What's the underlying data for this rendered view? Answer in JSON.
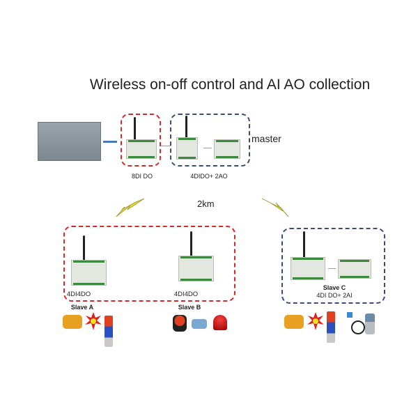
{
  "title": "Wireless on-off control and AI AO collection",
  "master_label": "master",
  "distance": "2km",
  "master_groups": [
    {
      "label": "8DI DO"
    },
    {
      "label": "4DIDO+ 2AO"
    }
  ],
  "slaves": [
    {
      "name": "Slave A",
      "module": "4DI4DO"
    },
    {
      "name": "Slave B",
      "module": "4DI4DO"
    },
    {
      "name": "Slave C",
      "module": "4DI DO+ 2AI"
    }
  ],
  "colors": {
    "red_group": "#d42a2a",
    "blue_group": "#3a4d78",
    "bolt": "#e8e020"
  }
}
